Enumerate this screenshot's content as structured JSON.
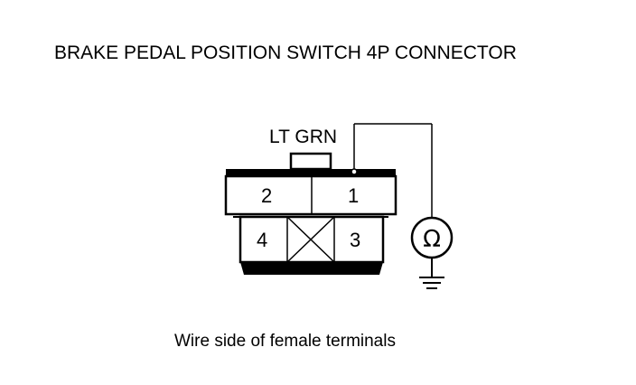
{
  "title": "BRAKE PEDAL POSITION SWITCH 4P CONNECTOR",
  "wire_color": "LT GRN",
  "terminals": [
    "1",
    "2",
    "3",
    "4"
  ],
  "meter_symbol": "Ω",
  "caption": "Wire side of female terminals"
}
